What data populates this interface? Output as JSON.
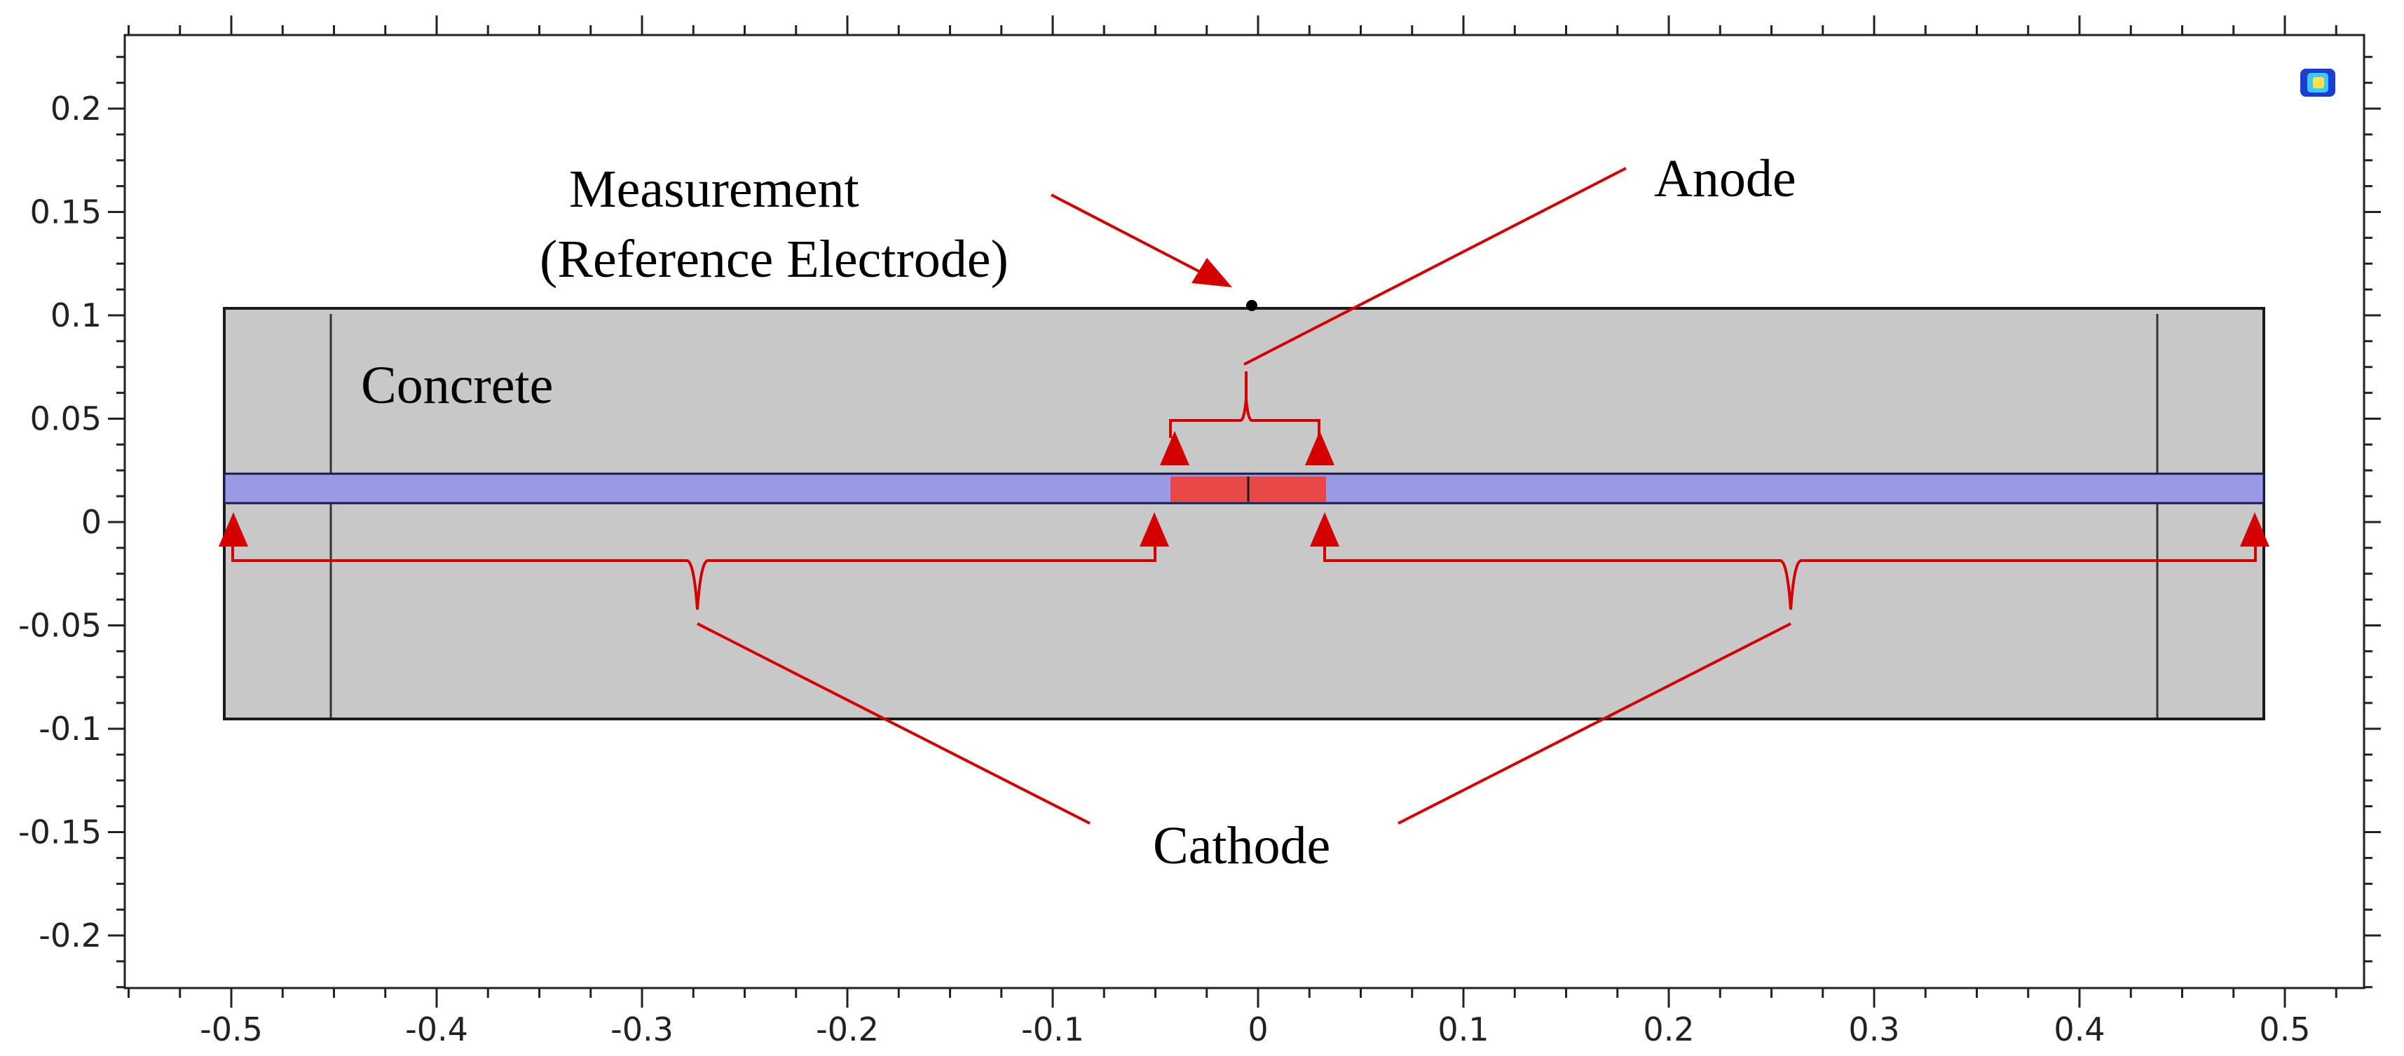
{
  "figure": {
    "x_ticks": [
      "-0.5",
      "-0.4",
      "-0.3",
      "-0.2",
      "-0.1",
      "0",
      "0.1",
      "0.2",
      "0.3",
      "0.4",
      "0.5"
    ],
    "y_ticks": [
      "0.2",
      "0.15",
      "0.1",
      "0.05",
      "0",
      "-0.05",
      "-0.1",
      "-0.15",
      "-0.2"
    ],
    "labels": {
      "measurement_line1": "Measurement",
      "measurement_line2": "(Reference Electrode)",
      "anode": "Anode",
      "concrete": "Concrete",
      "cathode": "Cathode"
    },
    "colors": {
      "concrete_fill": "#c8c8c8",
      "rebar_fill": "#9a9ae6",
      "anode_fill": "#e84848",
      "annotation_red": "#d40000"
    },
    "icon": "comsol-logo-icon"
  }
}
